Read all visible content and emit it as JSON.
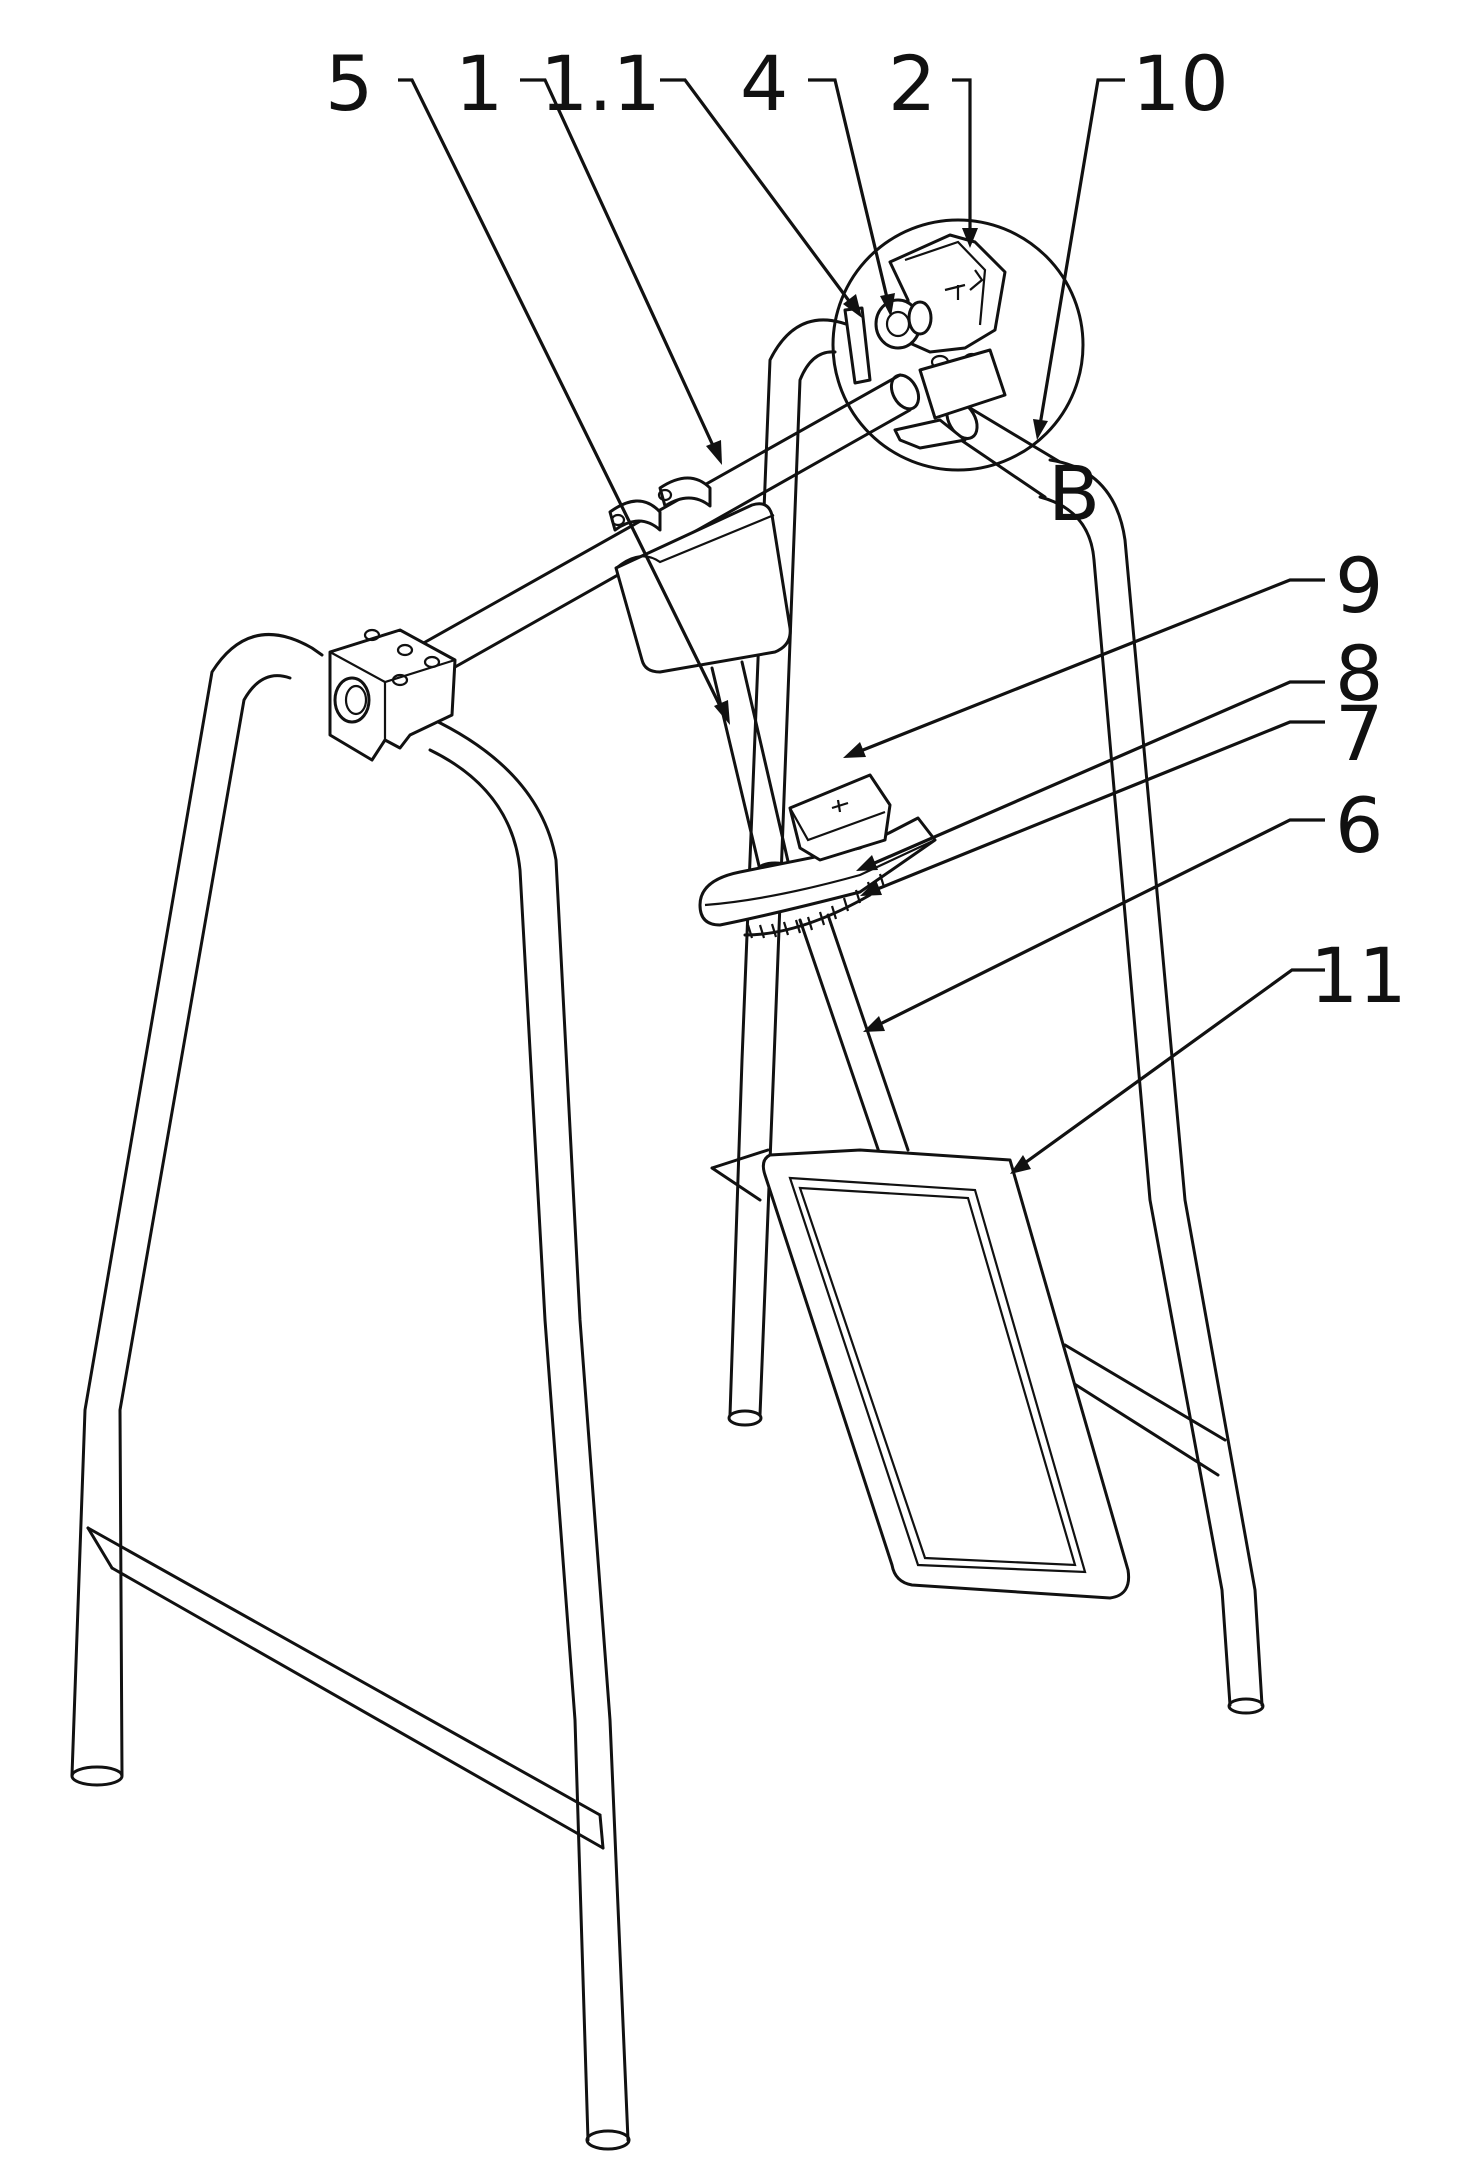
{
  "labels": {
    "l5": "5",
    "l1": "1",
    "l11_sub": "1.1",
    "l4": "4",
    "l2": "2",
    "l10": "10",
    "lB": "B",
    "l9": "9",
    "l8": "8",
    "l7": "7",
    "l6": "6",
    "l11": "11"
  },
  "colors": {
    "line": "#111111",
    "background": "#ffffff"
  }
}
